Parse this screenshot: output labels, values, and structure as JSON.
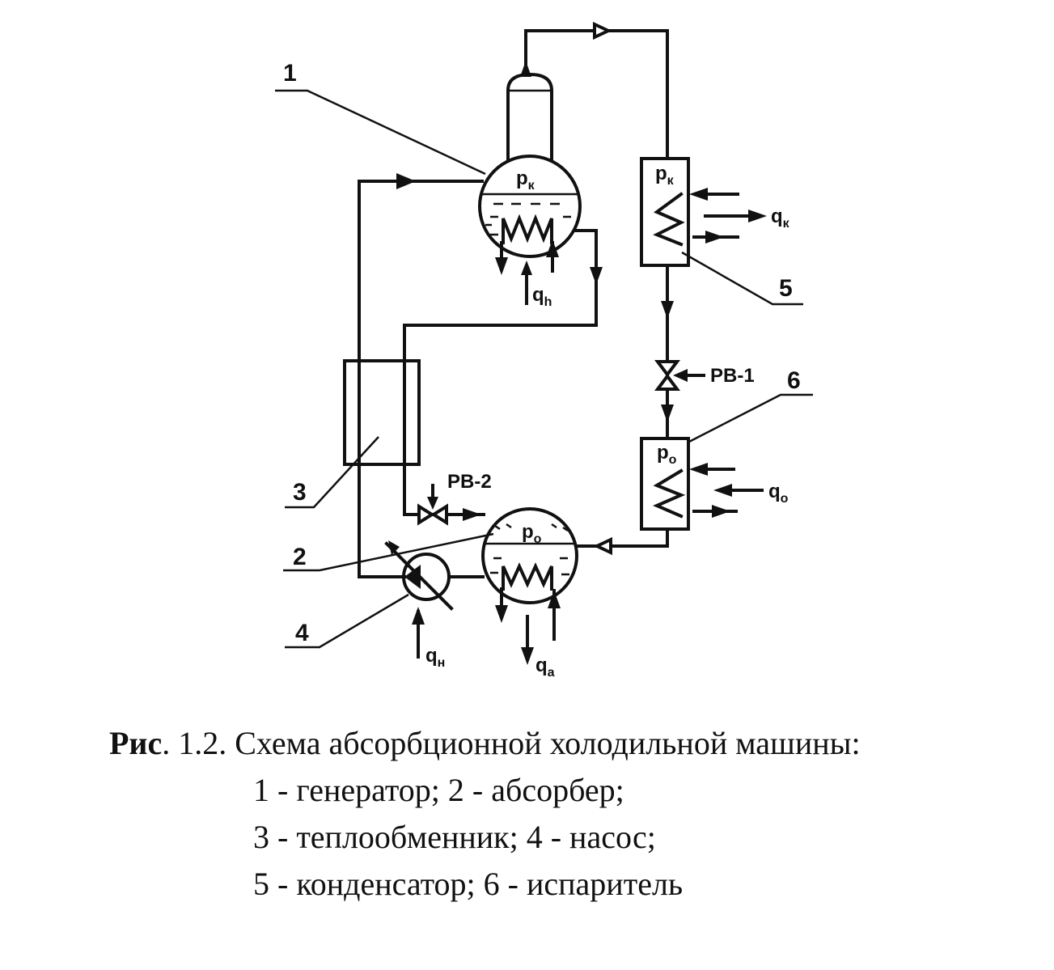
{
  "figure": {
    "labels": {
      "generator_num": "1",
      "absorber_num": "2",
      "heat_exchanger_num": "3",
      "pump_num": "4",
      "condenser_num": "5",
      "evaporator_num": "6",
      "valve_1": "РВ-1",
      "valve_2": "РВ-2"
    },
    "symbols": {
      "generator_pressure": "p",
      "generator_pressure_sub": "к",
      "condenser_pressure": "p",
      "condenser_pressure_sub": "к",
      "evaporator_pressure": "p",
      "evaporator_pressure_sub": "о",
      "absorber_pressure": "p",
      "absorber_pressure_sub": "о",
      "heat_generator": "q",
      "heat_generator_sub": "h",
      "heat_condenser": "q",
      "heat_condenser_sub": "к",
      "heat_evaporator": "q",
      "heat_evaporator_sub": "о",
      "heat_pump": "q",
      "heat_pump_sub": "н",
      "heat_absorber": "q",
      "heat_absorber_sub": "а"
    }
  },
  "caption": {
    "prefix": "Рис",
    "title": ". 1.2. Схема абсорбционной холодильной машины:",
    "line2": "1 - генератор; 2 - абсорбер;",
    "line3": "3 - теплообменник; 4 - насос;",
    "line4": "5 - конденсатор; 6 - испаритель"
  }
}
